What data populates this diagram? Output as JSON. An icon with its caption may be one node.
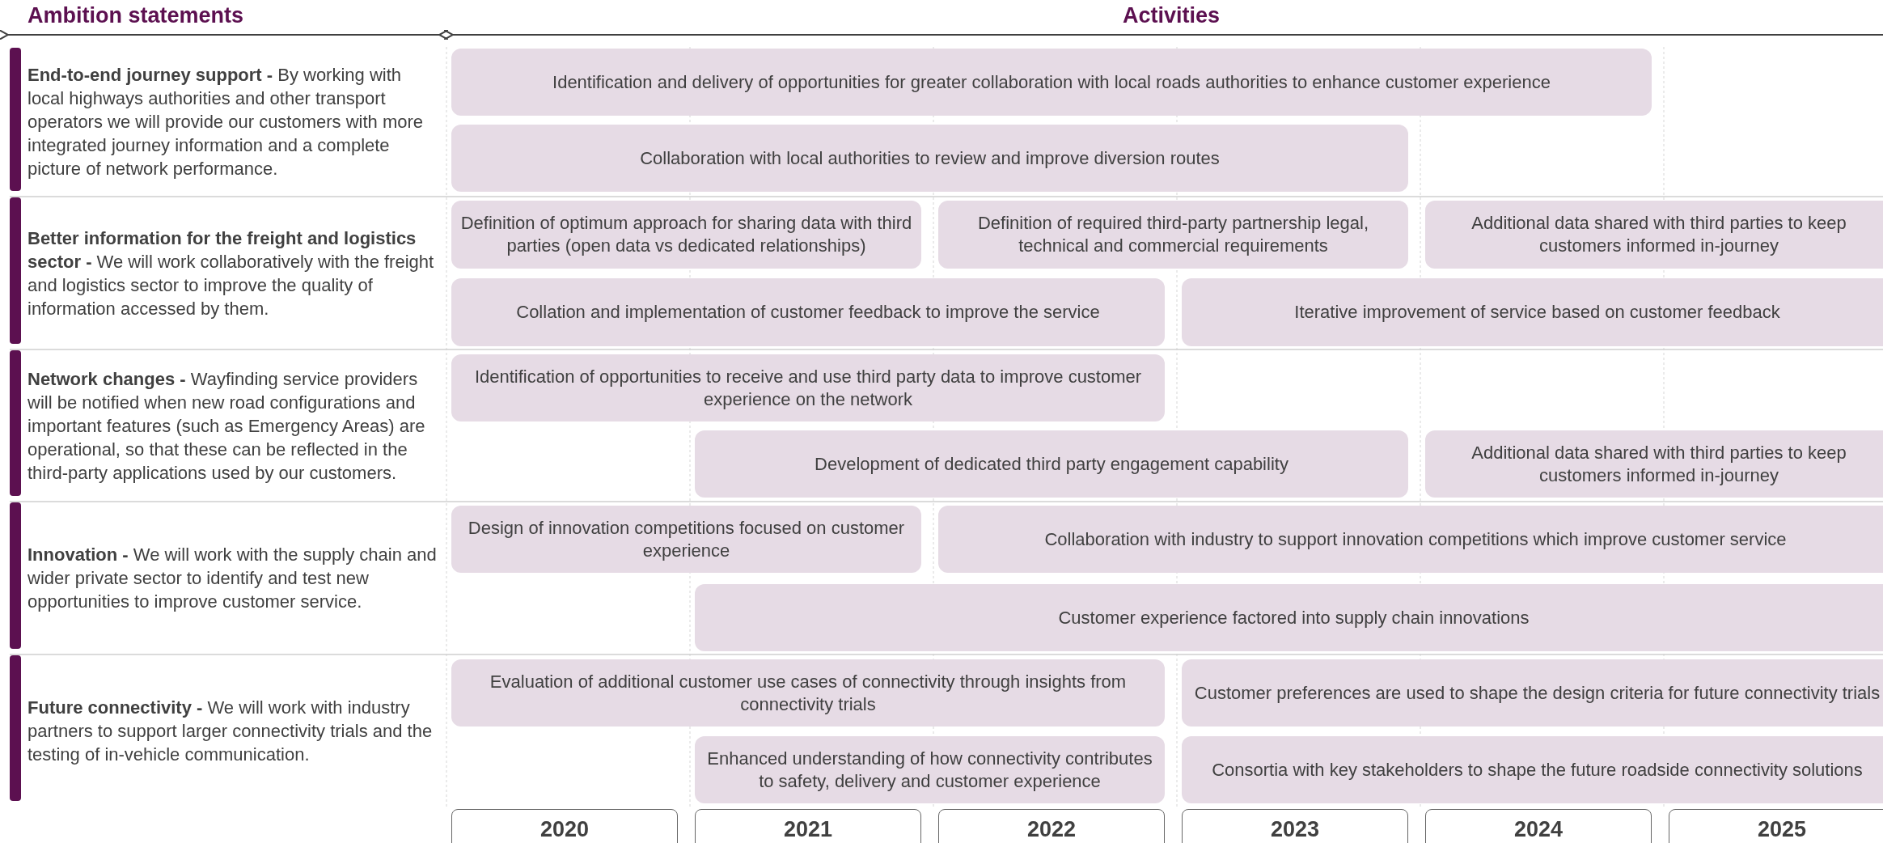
{
  "diagram": {
    "nodes": [
      {
        "text": [
          "**End-to-end journey support -** By working with local highways authorities and other transport operators we will provide our customers with more integrated journey information and a complete picture of network performance."
        ]
      },
      {
        "text": [
          "Identification and delivery of opportunities for greater collaboration with local roads authorities to enhance customer experience"
        ]
      },
      {
        "text": [
          "Collaboration with local authorities to review and improve diversion routes"
        ]
      },
      {
        "text": [
          "**Better information for the freight and logistics sector -** We will work collaboratively with the freight and logistics sector to improve the quality of information accessed by them."
        ]
      },
      {
        "text": [
          "Definition of optimum approach for sharing data with third parties (open data vs dedicated relationships)"
        ]
      },
      {
        "text": [
          "Definition of required third-party partnership legal, technical and commercial requirements"
        ]
      },
      {
        "text": [
          "Additional data shared with third parties to keep customers informed in-journey"
        ]
      },
      {
        "text": [
          "Collation and implementation of customer feedback to improve the service"
        ]
      },
      {
        "text": [
          "Iterative improvement of service based on customer feedback"
        ]
      },
      {
        "text": [
          "**Network changes -** Wayfinding service providers will be notified when new road configurations and important features (such as Emergency Areas) are operational, so that these can be reflected in the third-party applications used by our customers."
        ]
      },
      {
        "text": [
          "Identification of opportunities to receive and use third party data to improve customer experience on the network"
        ]
      },
      {
        "text": [
          "Development of dedicated third party engagement capability"
        ]
      },
      {
        "text": [
          "Additional data shared with third parties to keep customers informed in-journey"
        ]
      },
      {
        "text": [
          "**Innovation -** We will work with the supply chain and wider private sector to identify and test new opportunities to improve customer service."
        ]
      },
      {
        "text": [
          "Design of innovation competitions focused on customer experience"
        ]
      },
      {
        "text": [
          "Collaboration with industry to support innovation competitions which improve customer service"
        ]
      },
      {
        "text": [
          "Customer experience factored into supply chain innovations"
        ]
      },
      {
        "text": [
          "**Future connectivity -** We will work with industry partners to support larger connectivity trials and the testing of in-vehicle communication."
        ]
      },
      {
        "text": [
          "Evaluation of additional customer use cases of connectivity through insights from connectivity trials"
        ]
      },
      {
        "text": [
          "Customer preferences are used to shape the design criteria for future connectivity trials"
        ]
      },
      {
        "text": [
          "Enhanced understanding of how connectivity contributes to safety, delivery and customer experience"
        ]
      },
      {
        "text": [
          "Consortia with key stakeholders to shape the future roadside connectivity solutions"
        ]
      },
      {
        "text": [
          "2020"
        ]
      },
      {
        "text": [
          "2021"
        ]
      },
      {
        "text": [
          "2022"
        ]
      },
      {
        "text": [
          "2023"
        ]
      },
      {
        "text": [
          "2024"
        ]
      },
      {
        "text": [
          "2025"
        ]
      }
    ],
    "labels": [
      "Ambition statements",
      "Activities"
    ]
  }
}
